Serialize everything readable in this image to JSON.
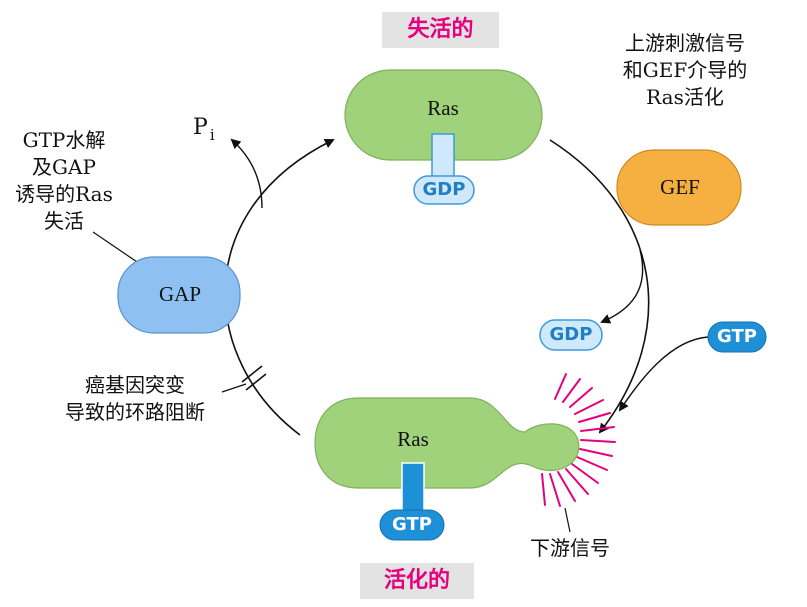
{
  "states": {
    "inactive": "失活的",
    "active": "活化的"
  },
  "ras_top": {
    "name": "Ras",
    "nucleotide": "GDP"
  },
  "ras_bottom": {
    "name": "Ras",
    "nucleotide": "GTP"
  },
  "gef": {
    "name": "GEF",
    "caption": [
      "上游刺激信号",
      "和GEF介导的",
      "Ras活化"
    ]
  },
  "gap": {
    "name": "GAP",
    "caption": [
      "GTP水解",
      "及GAP",
      "诱导的Ras",
      "失活"
    ]
  },
  "released": {
    "gdp": "GDP",
    "gtp": "GTP"
  },
  "phosphate": {
    "symbol": "P",
    "subscript": "i"
  },
  "mutation_caption": [
    "癌基因突变",
    "导致的环路阻断"
  ],
  "downstream": "下游信号",
  "colors": {
    "ras_fill": "#9fd27a",
    "gef_fill": "#f5b041",
    "gap_fill": "#8ec1f2",
    "gdp_fill": "#cfe9fb",
    "gtp_fill": "#1e90d8",
    "signal_spikes": "#e6007e",
    "state_text": "#e6007e"
  }
}
